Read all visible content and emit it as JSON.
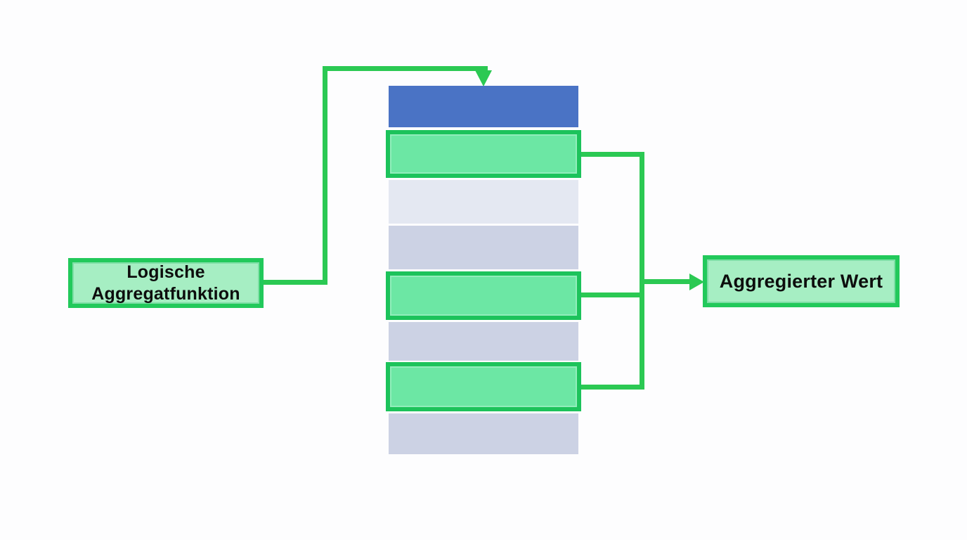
{
  "diagram": {
    "left_box": {
      "line1": "Logische",
      "line2": "Aggregatfunktion"
    },
    "right_box": {
      "label": "Aggregierter Wert"
    },
    "table": {
      "header_row": {
        "role": "table-header",
        "color": "#4a73c5"
      },
      "rows": [
        {
          "position": 1,
          "type": "highlighted",
          "color": "#6ce7a4"
        },
        {
          "position": 2,
          "type": "normal",
          "color": "#e4e8f2"
        },
        {
          "position": 3,
          "type": "normal",
          "color": "#ccd2e4"
        },
        {
          "position": 4,
          "type": "highlighted",
          "color": "#6ce7a4"
        },
        {
          "position": 5,
          "type": "normal",
          "color": "#ccd2e4"
        },
        {
          "position": 6,
          "type": "highlighted",
          "color": "#6ce7a4"
        },
        {
          "position": 7,
          "type": "normal",
          "color": "#ccd2e4"
        }
      ]
    },
    "colors": {
      "connector_green": "#2bc953",
      "highlight_border_green": "#1cc35b",
      "label_box_border_green": "#22c95b",
      "label_box_fill_green": "#a6eec3",
      "highlight_row_fill_green": "#6ce7a4",
      "header_blue": "#4a73c5",
      "row_gray_light": "#e4e8f2",
      "row_gray": "#ccd2e4",
      "text_color": "#0d0d0d",
      "background": "#fdfdfe"
    }
  }
}
